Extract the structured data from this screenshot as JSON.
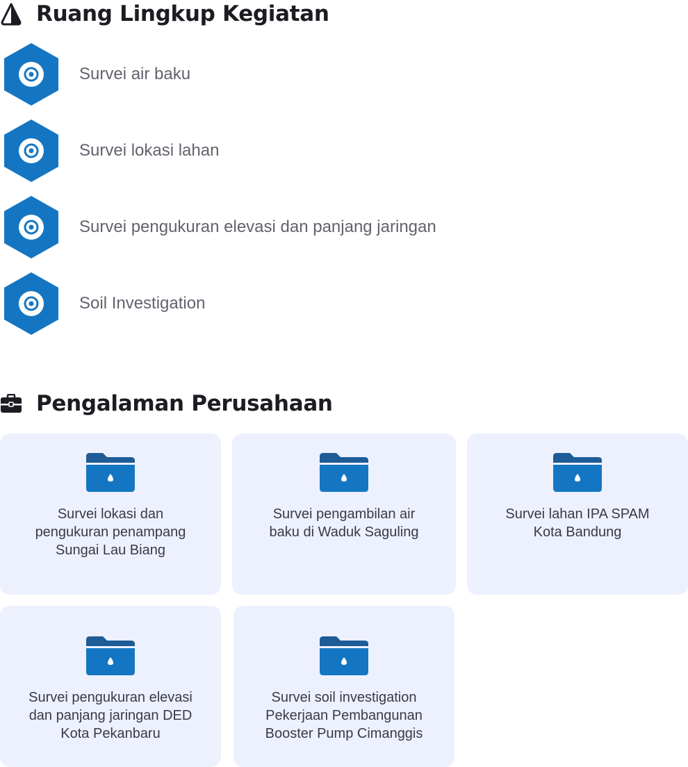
{
  "scope": {
    "title": "Ruang Lingkup Kegiatan",
    "title_icon": "contrast-half-circle-icon",
    "item_icon": "target-hexagon-icon",
    "items": [
      {
        "label": "Survei air baku"
      },
      {
        "label": "Survei lokasi lahan"
      },
      {
        "label": "Survei pengukuran elevasi dan panjang jaringan"
      },
      {
        "label": "Soil Investigation"
      }
    ]
  },
  "experience": {
    "title": "Pengalaman Perusahaan",
    "title_icon": "briefcase-icon",
    "card_icon": "folder-water-drop-icon",
    "cards": [
      {
        "lines": [
          "Survei lokasi dan",
          "pengukuran penampang",
          "Sungai Lau Biang"
        ]
      },
      {
        "lines": [
          "Survei pengambilan air",
          "baku di Waduk Saguling"
        ]
      },
      {
        "lines": [
          "Survei lahan IPA SPAM",
          "Kota Bandung"
        ]
      },
      {
        "lines": [
          "Survei pengukuran elevasi",
          "dan panjang jaringan DED",
          "Kota Pekanbaru"
        ]
      },
      {
        "lines": [
          "Survei soil investigation",
          "Pekerjaan Pembangunan",
          "Booster Pump Cimanggis"
        ]
      }
    ]
  },
  "colors": {
    "accent": "#1476c2",
    "accent_dark": "#1d5c96",
    "card_bg": "#edf1fe",
    "title": "#1c1c22",
    "muted_text": "#62626e"
  }
}
